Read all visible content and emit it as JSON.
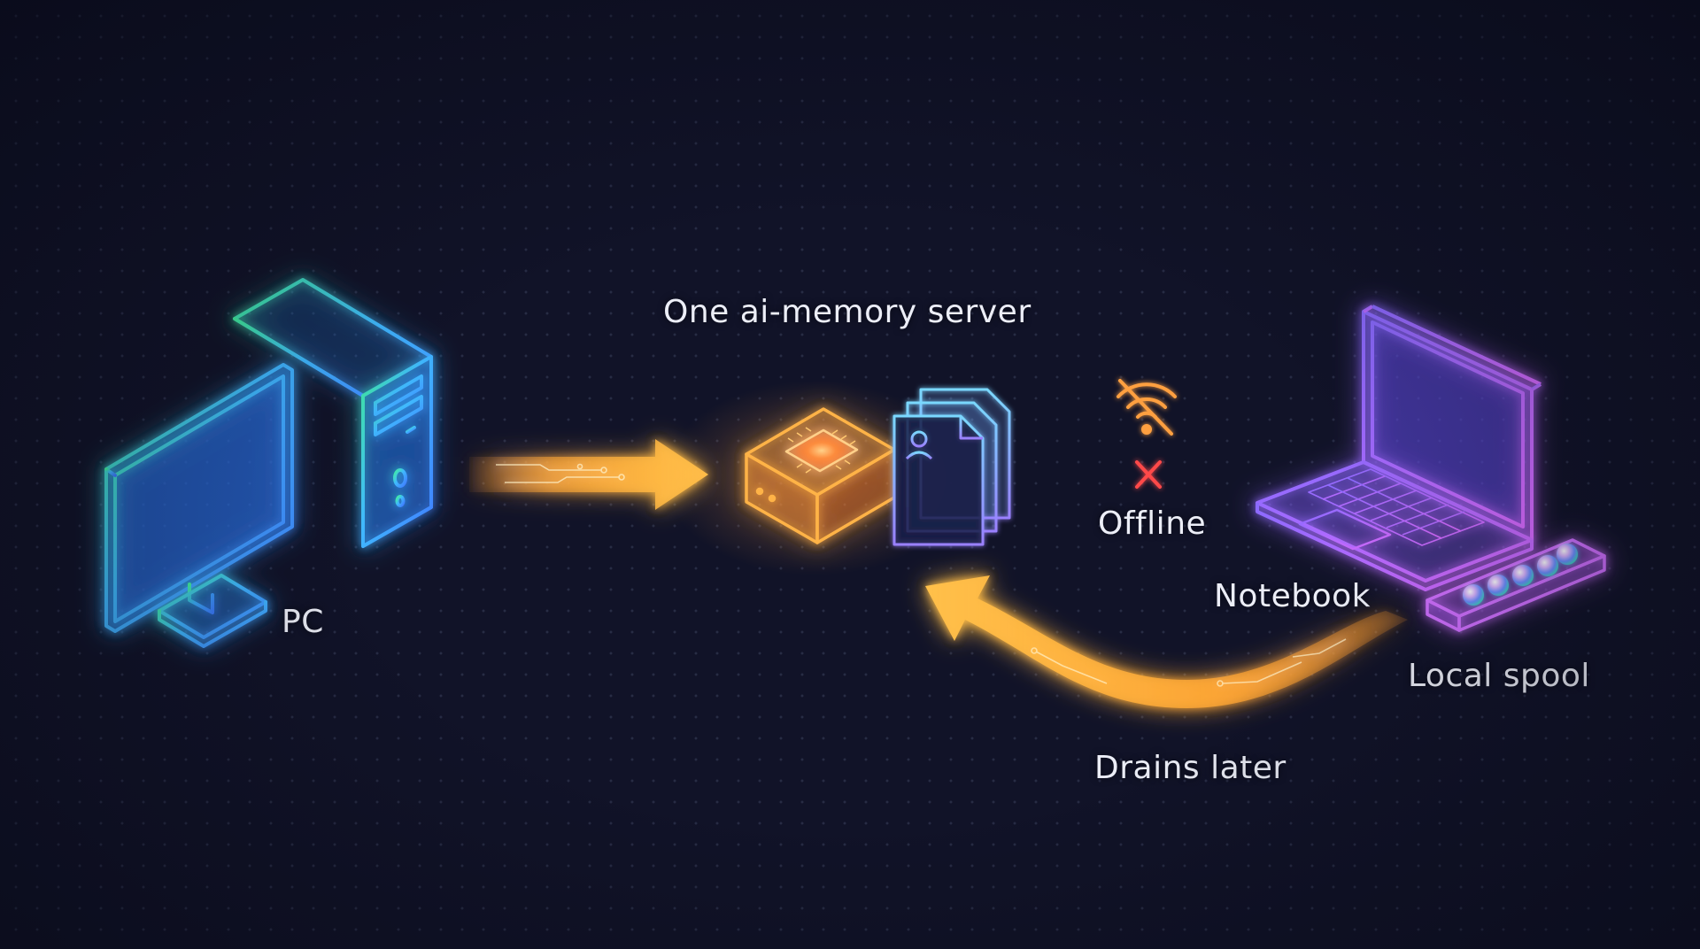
{
  "title": "One ai-memory server",
  "nodes": {
    "pc": {
      "label": "PC",
      "icon": "desktop-computer-icon",
      "colors": [
        "#3fe0a0",
        "#3f8cff"
      ]
    },
    "server": {
      "icon": "server-chip-icon",
      "color": "#ffb347"
    },
    "documents": {
      "icon": "documents-icon",
      "colors": [
        "#6fd0ff",
        "#a98bff"
      ]
    },
    "notebook": {
      "label": "Notebook",
      "icon": "laptop-icon",
      "colors": [
        "#6a7dff",
        "#c86bff"
      ]
    },
    "spool": {
      "label": "Local spool",
      "icon": "spool-tray-icon",
      "color": "#c86bff"
    }
  },
  "connections": {
    "pc_to_server": {
      "icon": "arrow-right-icon",
      "color": "#ffb03a"
    },
    "offline_link": {
      "label": "Offline",
      "icon": "wifi-off-icon",
      "status_color": "#ff4a4a",
      "line_color": "#7e86e0"
    },
    "drain": {
      "label": "Drains later",
      "icon": "curved-arrow-icon",
      "color": "#ffb03a"
    }
  }
}
